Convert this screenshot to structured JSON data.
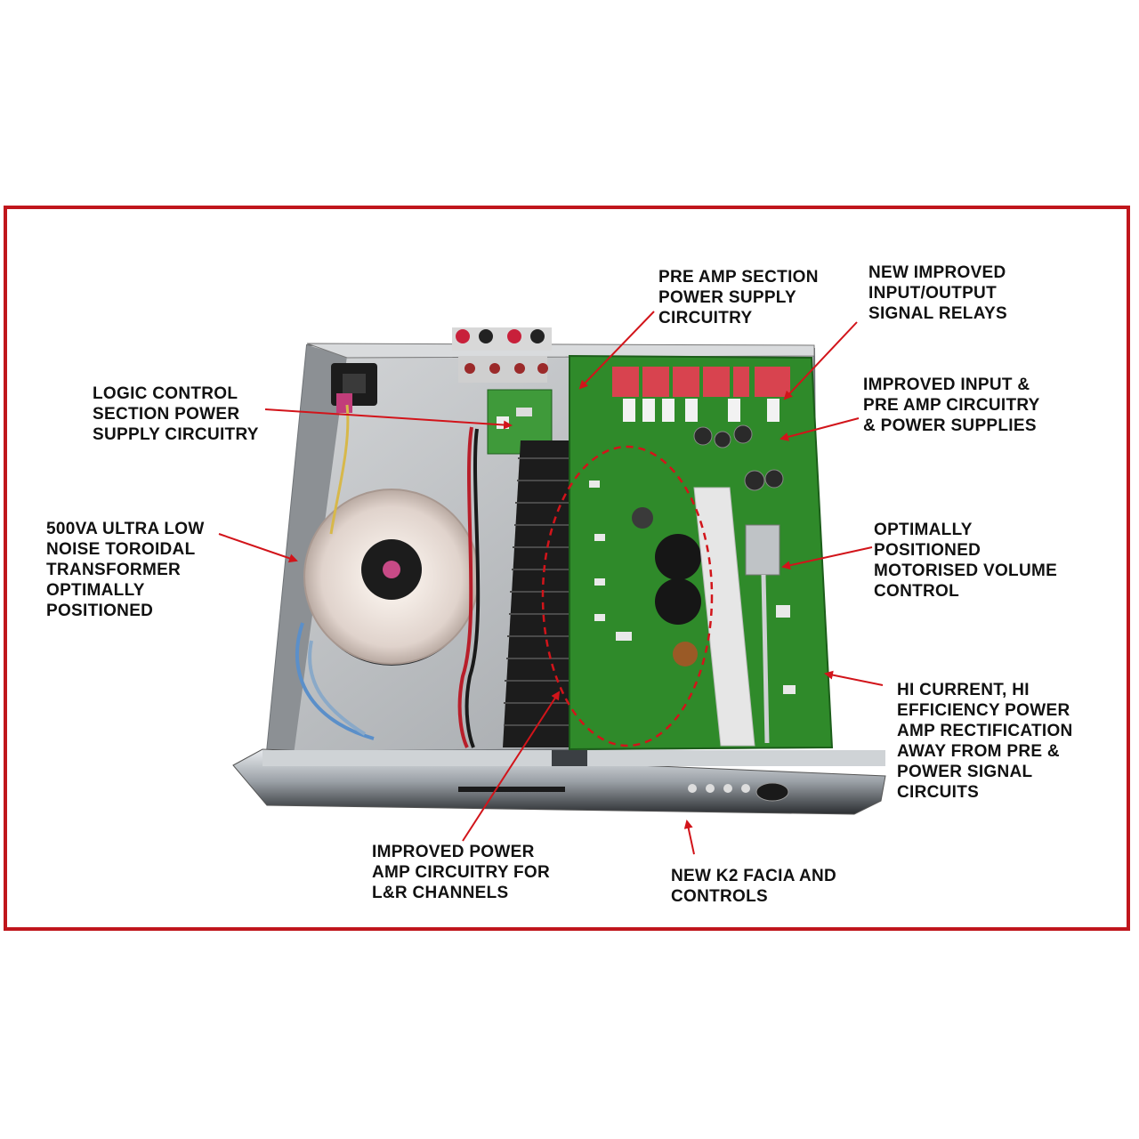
{
  "colors": {
    "frame": "#c0161c",
    "arrow": "#d2141a",
    "pcb": "#2f8a2a",
    "chassis": "#b9bcbf",
    "heatsink": "#1a1a1a"
  },
  "callouts": {
    "pre_amp_power": "PRE AMP SECTION\nPOWER SUPPLY\nCIRCUITRY",
    "relays": "NEW IMPROVED\nINPUT/OUTPUT\nSIGNAL RELAYS",
    "logic_control": "LOGIC CONTROL\nSECTION POWER\nSUPPLY CIRCUITRY",
    "input_preamp": "IMPROVED INPUT &\nPRE AMP CIRCUITRY\n& POWER SUPPLIES",
    "transformer": "500VA ULTRA LOW\nNOISE TOROIDAL\nTRANSFORMER\nOPTIMALLY\nPOSITIONED",
    "volume": "OPTIMALLY\nPOSITIONED\nMOTORISED VOLUME\nCONTROL",
    "rectification": "HI CURRENT, HI\nEFFICIENCY POWER\nAMP RECTIFICATION\nAWAY FROM PRE &\nPOWER SIGNAL\nCIRCUITS",
    "power_amp": "IMPROVED POWER\nAMP CIRCUITRY FOR\nL&R CHANNELS",
    "facia": "NEW K2 FACIA AND\nCONTROLS"
  }
}
